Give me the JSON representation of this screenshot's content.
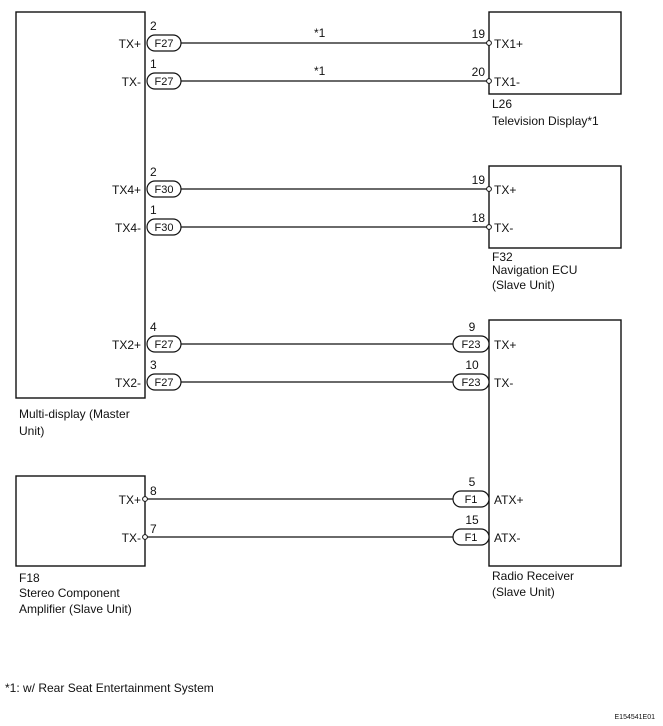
{
  "footnote_mark": "*1",
  "footnote": "*1: w/ Rear Seat Entertainment System",
  "figure_code": "E154541E01",
  "components": {
    "multi_display": {
      "label_line1": "Multi-display (Master",
      "label_line2": "Unit)"
    },
    "television_display": {
      "code": "L26",
      "label": "Television Display*1"
    },
    "navigation_ecu": {
      "code": "F32",
      "label_line1": "Navigation ECU",
      "label_line2": "(Slave Unit)"
    },
    "radio_receiver": {
      "label_line1": "Radio Receiver",
      "label_line2": "(Slave Unit)"
    },
    "stereo_amp": {
      "code": "F18",
      "label_line1": "Stereo Component",
      "label_line2": "Amplifier (Slave Unit)"
    }
  },
  "wires": [
    {
      "left_signal": "TX+",
      "left_connector": "F27",
      "left_pin": "2",
      "note": "*1",
      "right_pin": "19",
      "right_connector": "",
      "right_signal": "TX1+"
    },
    {
      "left_signal": "TX-",
      "left_connector": "F27",
      "left_pin": "1",
      "note": "*1",
      "right_pin": "20",
      "right_connector": "",
      "right_signal": "TX1-"
    },
    {
      "left_signal": "TX4+",
      "left_connector": "F30",
      "left_pin": "2",
      "note": "",
      "right_pin": "19",
      "right_connector": "",
      "right_signal": "TX+"
    },
    {
      "left_signal": "TX4-",
      "left_connector": "F30",
      "left_pin": "1",
      "note": "",
      "right_pin": "18",
      "right_connector": "",
      "right_signal": "TX-"
    },
    {
      "left_signal": "TX2+",
      "left_connector": "F27",
      "left_pin": "4",
      "note": "",
      "right_pin": "9",
      "right_connector": "F23",
      "right_signal": "TX+"
    },
    {
      "left_signal": "TX2-",
      "left_connector": "F27",
      "left_pin": "3",
      "note": "",
      "right_pin": "10",
      "right_connector": "F23",
      "right_signal": "TX-"
    },
    {
      "left_signal": "TX+",
      "left_connector": "",
      "left_pin": "8",
      "note": "",
      "right_pin": "5",
      "right_connector": "F1",
      "right_signal": "ATX+"
    },
    {
      "left_signal": "TX-",
      "left_connector": "",
      "left_pin": "7",
      "note": "",
      "right_pin": "15",
      "right_connector": "F1",
      "right_signal": "ATX-"
    }
  ]
}
